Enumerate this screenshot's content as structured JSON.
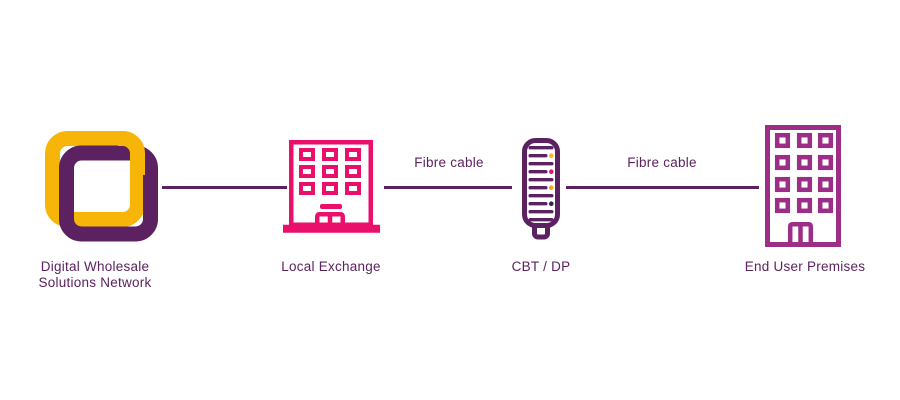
{
  "diagram": {
    "nodes": [
      {
        "id": "dws-logo",
        "label_lines": [
          "Digital Wholesale",
          "Solutions Network"
        ],
        "icon": "dws-logo-icon"
      },
      {
        "id": "local-exchange",
        "label": "Local Exchange",
        "icon": "exchange-building-icon"
      },
      {
        "id": "cbt-dp",
        "label": "CBT / DP",
        "icon": "street-cabinet-icon"
      },
      {
        "id": "end-user-premises",
        "label": "End User Premises",
        "icon": "premises-building-icon"
      }
    ],
    "links": [
      {
        "from": "dws-logo",
        "to": "local-exchange"
      },
      {
        "from": "local-exchange",
        "to": "cbt-dp",
        "label": "Fibre cable"
      },
      {
        "from": "cbt-dp",
        "to": "end-user-premises",
        "label": "Fibre cable"
      }
    ]
  },
  "colors": {
    "background": "#ffffff",
    "brand_yellow": "#F7B50A",
    "brand_purple": "#5C2160",
    "exchange_pink": "#E90F6B",
    "premises_plum": "#9C2E87",
    "line_purple": "#5C2160",
    "text_purple": "#5C2160",
    "dot_yellow": "#FFB41A",
    "dot_pink": "#E0186E",
    "dot_orange": "#F7A21B",
    "dot_dark": "#32294A"
  }
}
